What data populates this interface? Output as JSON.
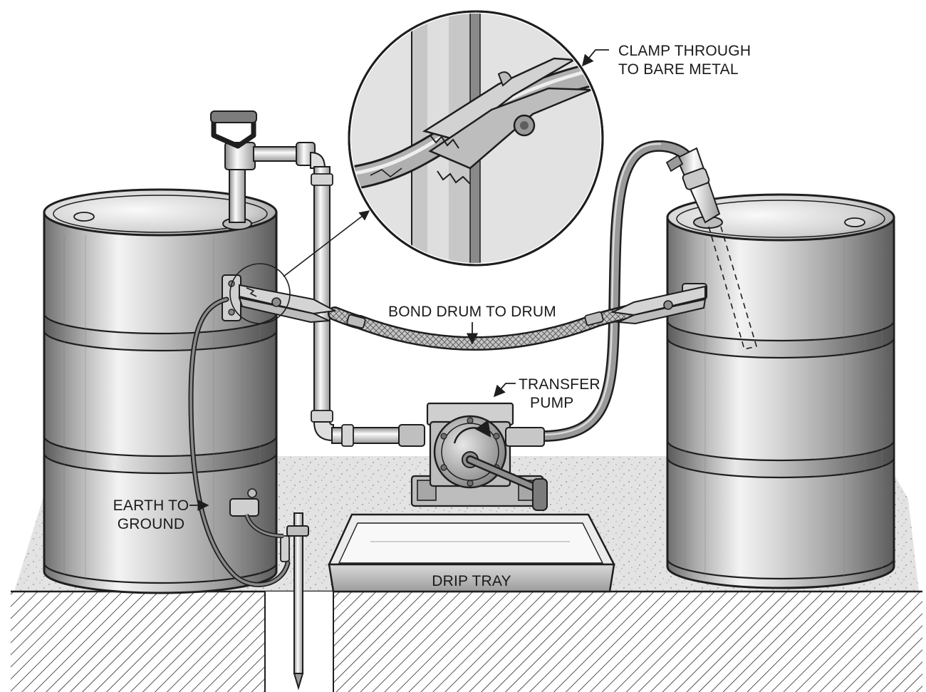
{
  "labels": {
    "clamp_line1": "CLAMP THROUGH",
    "clamp_line2": "TO BARE METAL",
    "bond": "BOND DRUM TO DRUM",
    "pump_line1": "TRANSFER",
    "pump_line2": "PUMP",
    "earth_line1": "EARTH TO",
    "earth_line2": "GROUND",
    "drip_tray": "DRIP TRAY"
  },
  "colors": {
    "ink": "#1e1e1e",
    "background": "#ffffff",
    "floor": "#e4e4e4",
    "metal_light": "#f4f4f4",
    "metal_mid": "#b9b9b9",
    "metal_dark": "#6e6e6e",
    "hose": "#8a8a8a"
  }
}
